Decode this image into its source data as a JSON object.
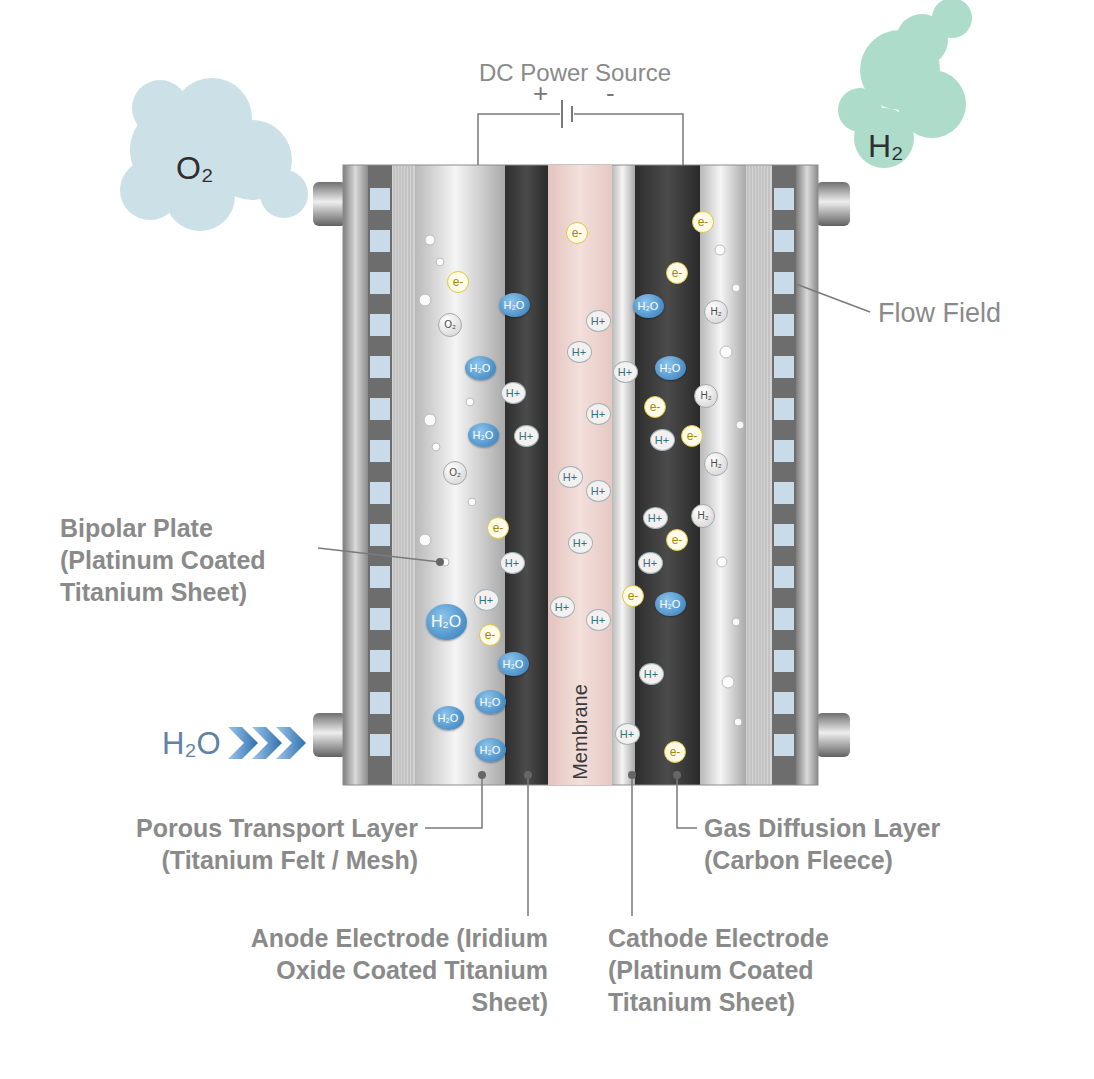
{
  "diagram": {
    "nodes": [
      {
        "text": [
          "Membrane"
        ]
      },
      {
        "text": [
          "e-"
        ]
      },
      {
        "text": [
          "H₂O"
        ]
      },
      {
        "text": [
          "O₂"
        ]
      },
      {
        "text": [
          "H₂O"
        ]
      },
      {
        "text": [
          "H+"
        ]
      },
      {
        "text": [
          "H₂O"
        ]
      },
      {
        "text": [
          "H+"
        ]
      },
      {
        "text": [
          "O₂"
        ]
      },
      {
        "text": [
          "e-"
        ]
      },
      {
        "text": [
          "H+"
        ]
      },
      {
        "text": [
          "H+"
        ]
      },
      {
        "text": [
          "H₂O"
        ]
      },
      {
        "text": [
          "e-"
        ]
      },
      {
        "text": [
          "H₂O"
        ]
      },
      {
        "text": [
          "H₂O"
        ]
      },
      {
        "text": [
          "H₂O"
        ]
      },
      {
        "text": [
          "H₂O"
        ]
      },
      {
        "text": [
          "e-"
        ],
        "in": 0
      },
      {
        "text": [
          "H+"
        ],
        "in": 0
      },
      {
        "text": [
          "H+"
        ],
        "in": 0
      },
      {
        "text": [
          "H+"
        ],
        "in": 0
      },
      {
        "text": [
          "H+"
        ],
        "in": 0
      },
      {
        "text": [
          "H+"
        ],
        "in": 0
      },
      {
        "text": [
          "H+"
        ],
        "in": 0
      },
      {
        "text": [
          "H+"
        ],
        "in": 0
      },
      {
        "text": [
          "H+"
        ],
        "in": 0
      },
      {
        "text": [
          "e-"
        ]
      },
      {
        "text": [
          "e-"
        ]
      },
      {
        "text": [
          "H₂O"
        ]
      },
      {
        "text": [
          "H₂"
        ]
      },
      {
        "text": [
          "H+"
        ]
      },
      {
        "text": [
          "H₂O"
        ]
      },
      {
        "text": [
          "H₂"
        ]
      },
      {
        "text": [
          "e-"
        ]
      },
      {
        "text": [
          "e-"
        ]
      },
      {
        "text": [
          "H+"
        ]
      },
      {
        "text": [
          "H₂"
        ]
      },
      {
        "text": [
          "H₂"
        ]
      },
      {
        "text": [
          "H+"
        ]
      },
      {
        "text": [
          "e-"
        ]
      },
      {
        "text": [
          "H+"
        ]
      },
      {
        "text": [
          "e-"
        ]
      },
      {
        "text": [
          "H₂O"
        ]
      },
      {
        "text": [
          "H+"
        ]
      },
      {
        "text": [
          "H+"
        ]
      },
      {
        "text": [
          "e-"
        ]
      }
    ],
    "labels": [
      "DC Power Source",
      "+",
      "-",
      "O₂",
      "H₂",
      "Flow Field",
      "Bipolar Plate (Platinum Coated Titanium Sheet)",
      "H₂O",
      "Porous Transport Layer (Titanium Felt / Mesh)",
      "Gas Diffusion Layer (Carbon Fleece)",
      "Anode Electrode (Iridium Oxide Coated Titanium Sheet)",
      "Cathode Electrode (Platinum Coated Titanium Sheet)"
    ]
  }
}
